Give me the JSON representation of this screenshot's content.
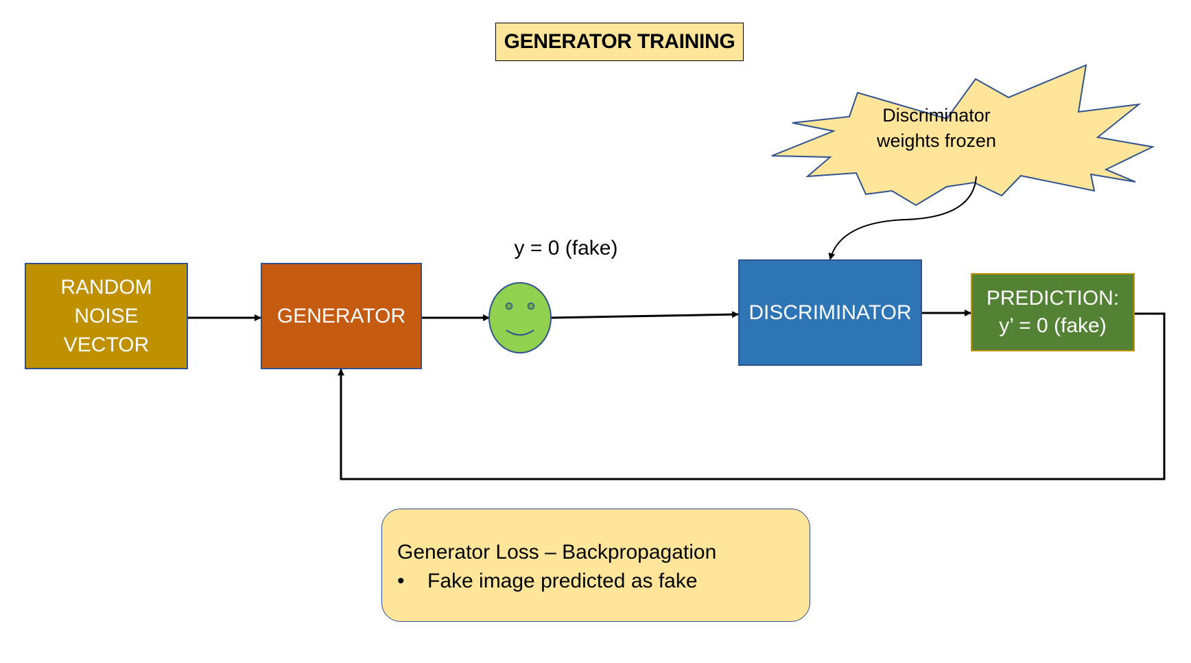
{
  "title": "GENERATOR TRAINING",
  "nodes": {
    "noise": {
      "lines": [
        "RANDOM",
        "NOISE",
        "VECTOR"
      ],
      "color": "#bf9000"
    },
    "generator": {
      "label": "GENERATOR",
      "color": "#c55a11"
    },
    "fake_sample": {
      "label": "y = 0 (fake)",
      "icon": "smiley-face-icon",
      "color": "#92d050"
    },
    "discriminator": {
      "label": "DISCRIMINATOR",
      "color": "#2e75b6"
    },
    "prediction": {
      "lines": [
        "PREDICTION:",
        "y’ = 0 (fake)"
      ],
      "color": "#548235"
    }
  },
  "callout": {
    "lines": [
      "Discriminator",
      "weights frozen"
    ],
    "shape": "starburst",
    "color": "#ffe599"
  },
  "loss_note": {
    "heading": "Generator Loss – Backpropagation",
    "bullet_char": "•",
    "bullets": [
      "Fake image predicted as fake"
    ],
    "color": "#ffe599"
  },
  "edges": [
    {
      "from": "noise",
      "to": "generator"
    },
    {
      "from": "generator",
      "to": "fake_sample"
    },
    {
      "from": "fake_sample",
      "to": "discriminator"
    },
    {
      "from": "discriminator",
      "to": "prediction"
    },
    {
      "from": "callout",
      "to": "discriminator"
    },
    {
      "from": "prediction",
      "to": "generator",
      "type": "feedback-loop"
    }
  ]
}
